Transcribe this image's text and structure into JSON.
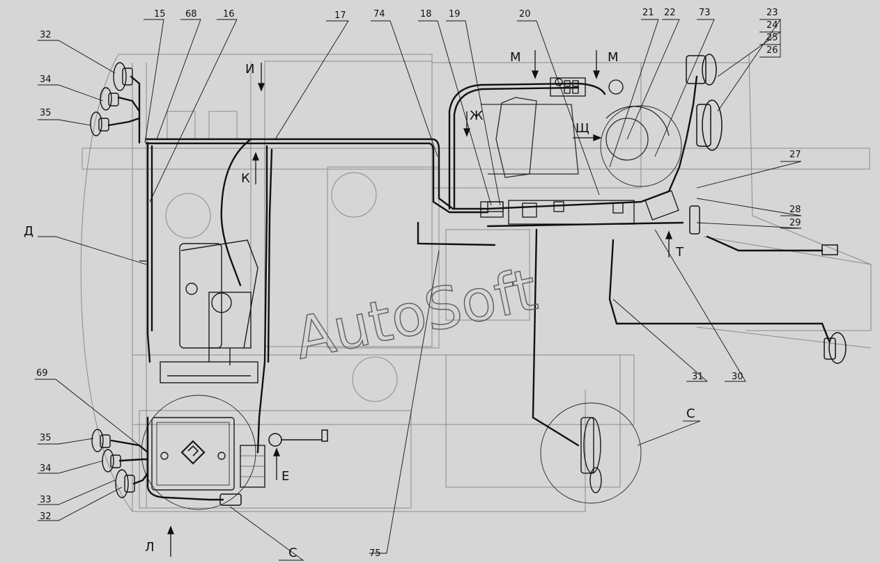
{
  "watermark": "AutoSoft",
  "callouts": {
    "c15": "15",
    "c68": "68",
    "c16": "16",
    "c17": "17",
    "c74": "74",
    "c18": "18",
    "c19": "19",
    "c20": "20",
    "c21": "21",
    "c22": "22",
    "c73": "73",
    "c23": "23",
    "c24": "24",
    "c25": "25",
    "c26": "26",
    "c27": "27",
    "c28": "28",
    "c29": "29",
    "c30": "30",
    "c31": "31",
    "c32a": "32",
    "c34a": "34",
    "c35a": "35",
    "c69": "69",
    "c35b": "35",
    "c34b": "34",
    "c33": "33",
    "c32b": "32",
    "c75": "75"
  },
  "view_labels": {
    "I": "И",
    "M1": "М",
    "M2": "М",
    "Zh": "Ж",
    "Shch": "Щ",
    "K": "К",
    "D": "Д",
    "T": "Т",
    "E": "Е",
    "L": "Л",
    "C1": "С",
    "C2": "С"
  },
  "colors": {
    "background": "#d6d6d6",
    "line": "#1a1a1a",
    "faint": "#7a7a7a"
  }
}
